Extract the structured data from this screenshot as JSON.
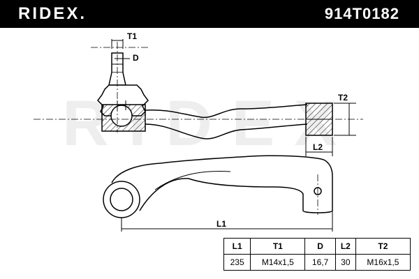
{
  "header": {
    "brand": "RIDEX.",
    "part_number": "914T0182"
  },
  "watermark": {
    "text": "RIDEX"
  },
  "drawing_labels": {
    "t1": "T1",
    "d": "D",
    "t2": "T2",
    "l2": "L2",
    "l1": "L1"
  },
  "spec_table": {
    "headers": [
      "L1",
      "T1",
      "D",
      "L2",
      "T2"
    ],
    "values": [
      "235",
      "M14x1,5",
      "16,7",
      "30",
      "M16x1,5"
    ]
  }
}
